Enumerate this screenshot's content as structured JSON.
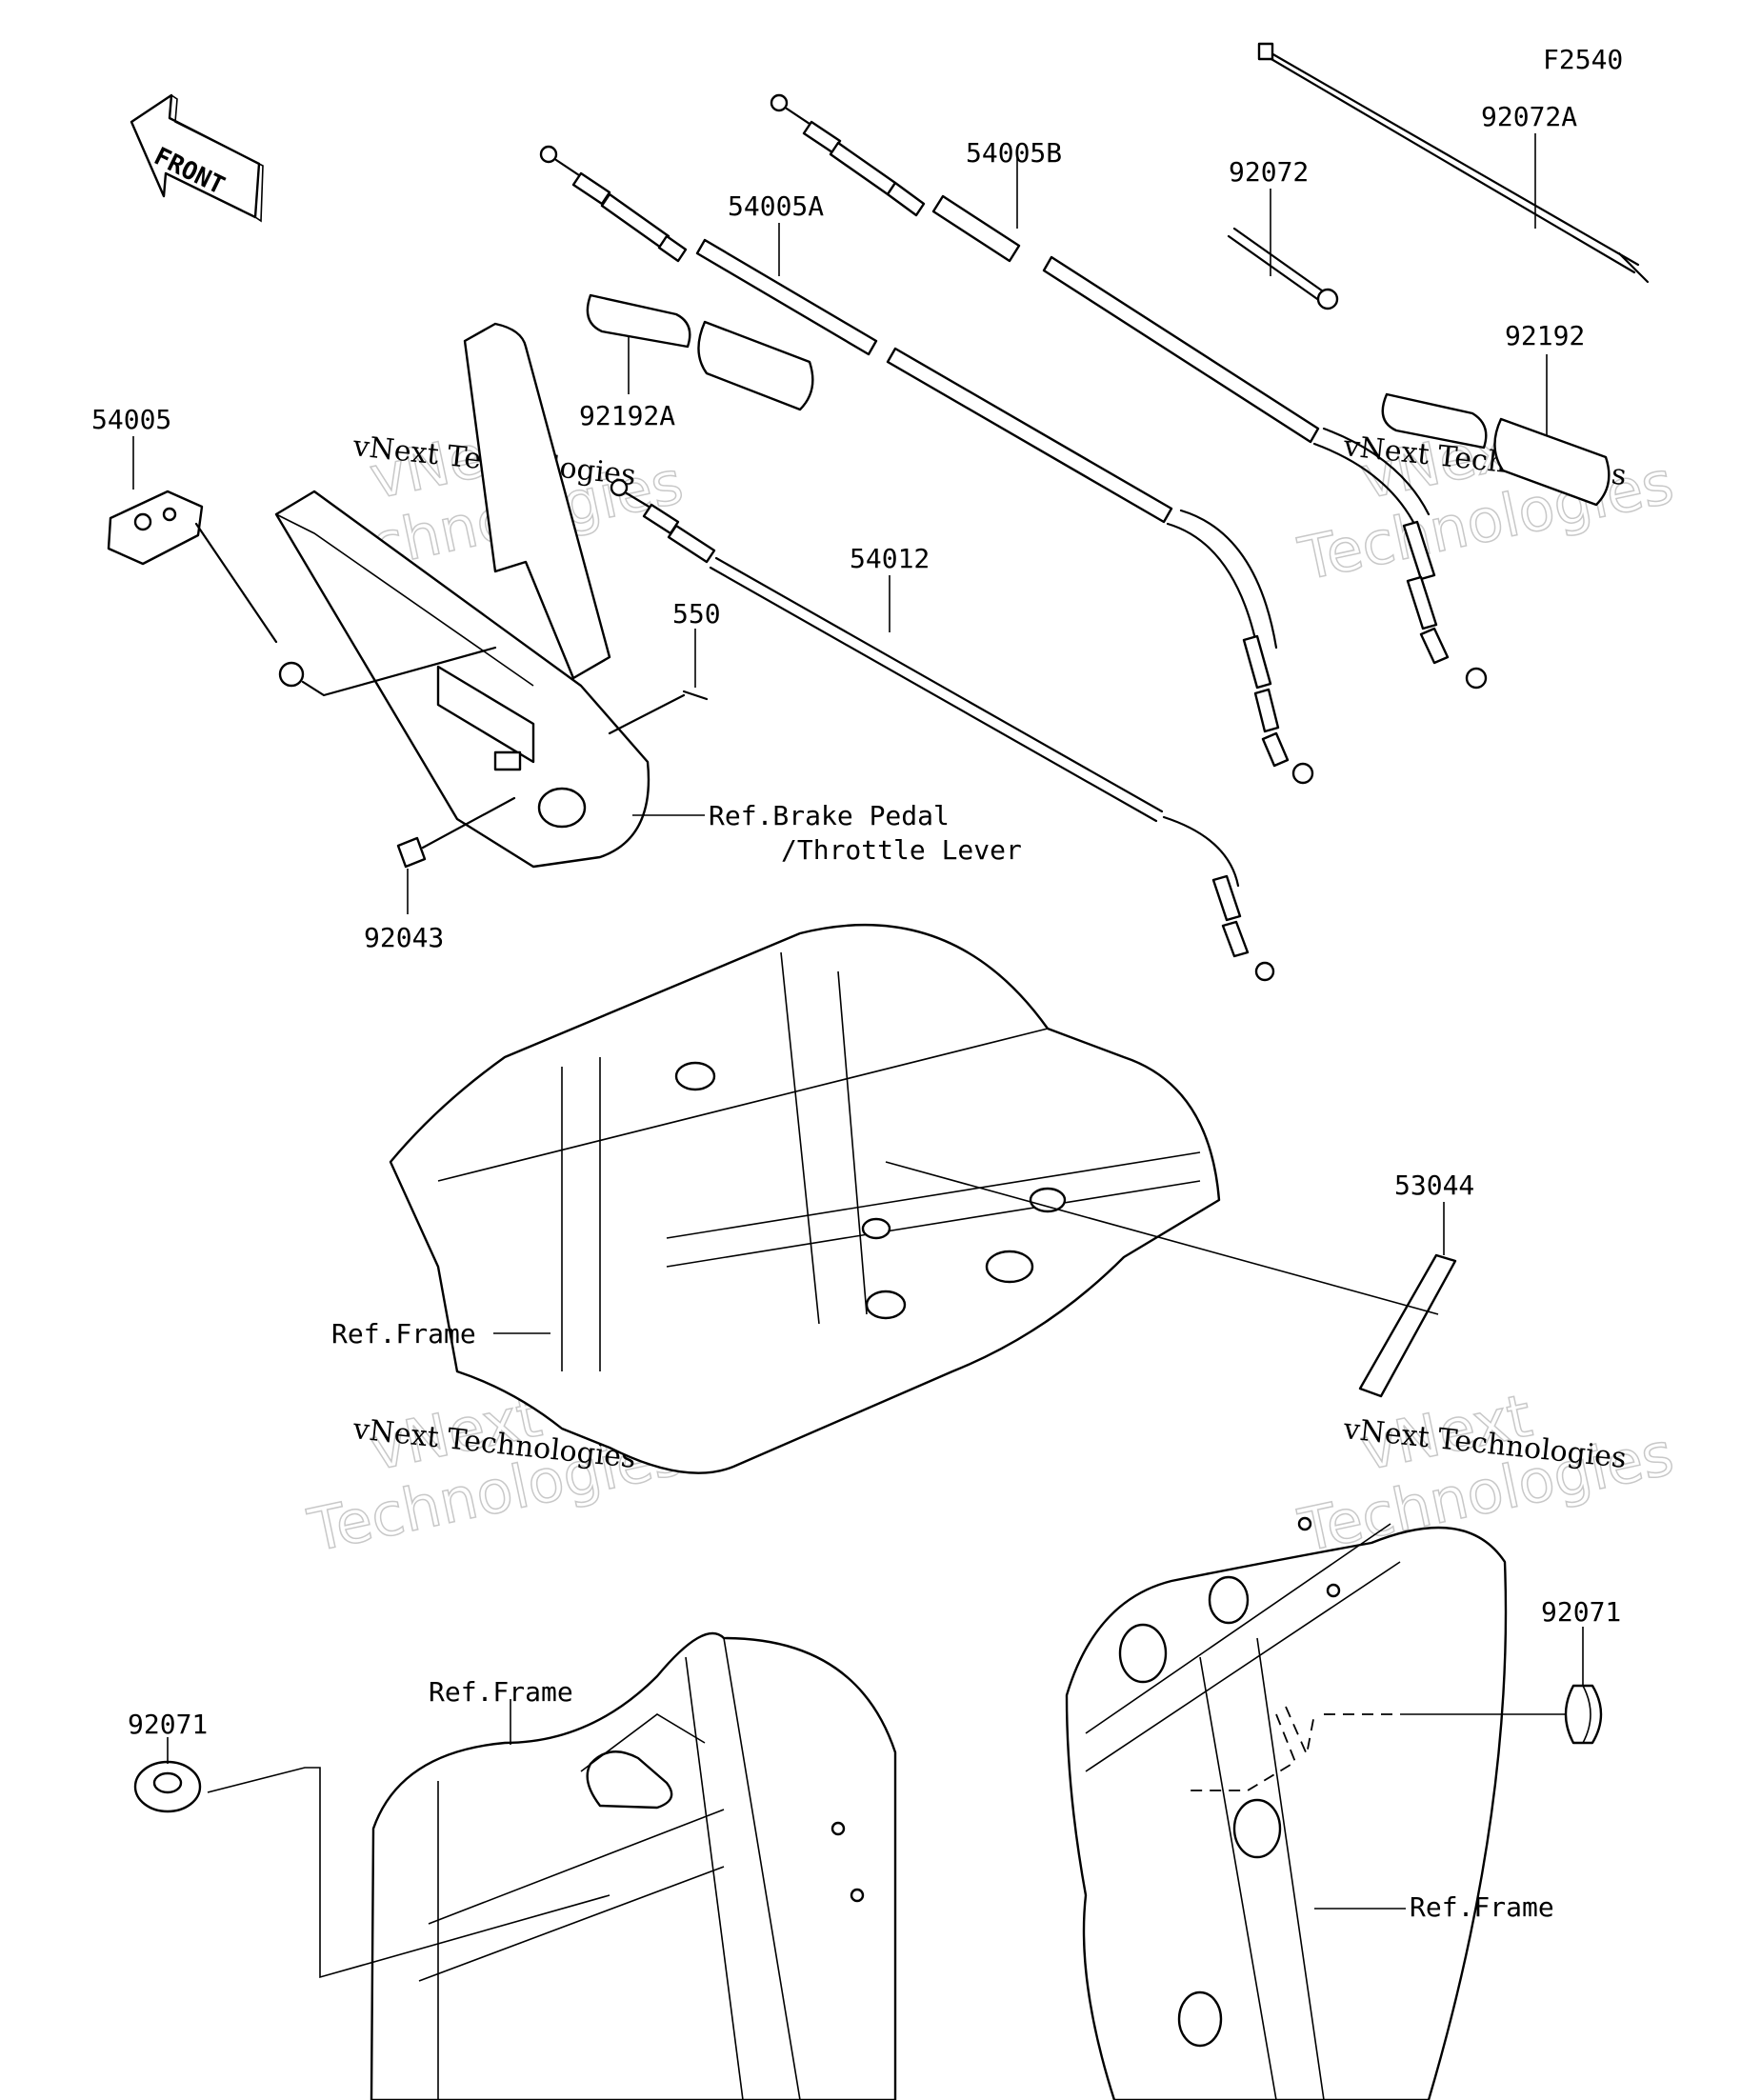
{
  "diagram_id": "F2540",
  "front_label": "FRONT",
  "parts": {
    "p54005": "54005",
    "p54005A": "54005A",
    "p54005B": "54005B",
    "p92072": "92072",
    "p92072A": "92072A",
    "p92192": "92192",
    "p92192A": "92192A",
    "p54012": "54012",
    "p550": "550",
    "p92043": "92043",
    "p53044": "53044",
    "p92071_left": "92071",
    "p92071_right": "92071"
  },
  "references": {
    "brake_pedal_line1": "Ref.Brake Pedal",
    "brake_pedal_line2": "/Throttle Lever",
    "frame_mid": "Ref.Frame",
    "frame_bottom_left": "Ref.Frame",
    "frame_bottom_right": "Ref.Frame"
  },
  "watermark": {
    "line1": "vNext Technologies",
    "big1": "vNext",
    "big2": "Technologies"
  }
}
